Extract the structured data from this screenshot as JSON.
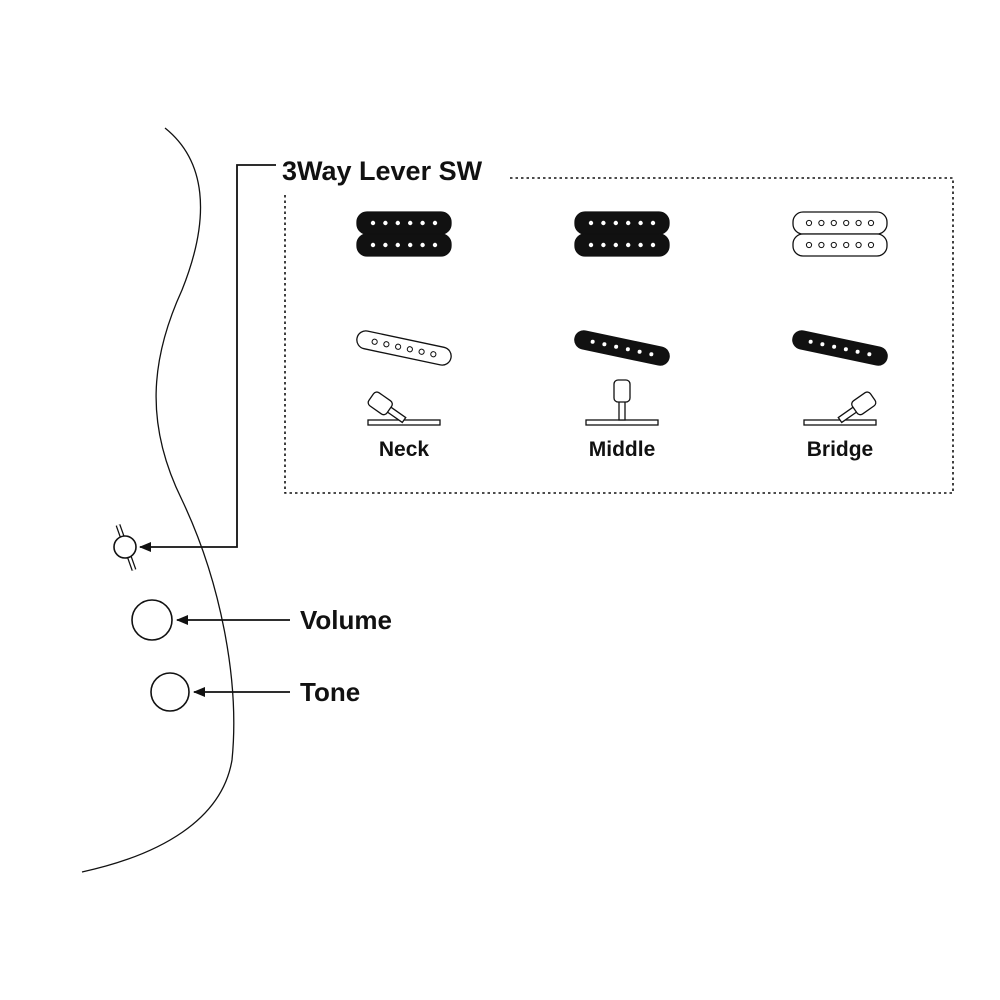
{
  "diagram": {
    "switch_title": "3Way Lever SW",
    "controls": {
      "volume_label": "Volume",
      "tone_label": "Tone"
    },
    "positions": [
      {
        "label": "Neck",
        "lever": "neck",
        "humbucker_active": true,
        "single_coil_active": false
      },
      {
        "label": "Middle",
        "lever": "middle",
        "humbucker_active": true,
        "single_coil_active": true
      },
      {
        "label": "Bridge",
        "lever": "bridge",
        "humbucker_active": false,
        "single_coil_active": true
      }
    ],
    "colors": {
      "ink": "#111111",
      "background": "#ffffff"
    }
  }
}
